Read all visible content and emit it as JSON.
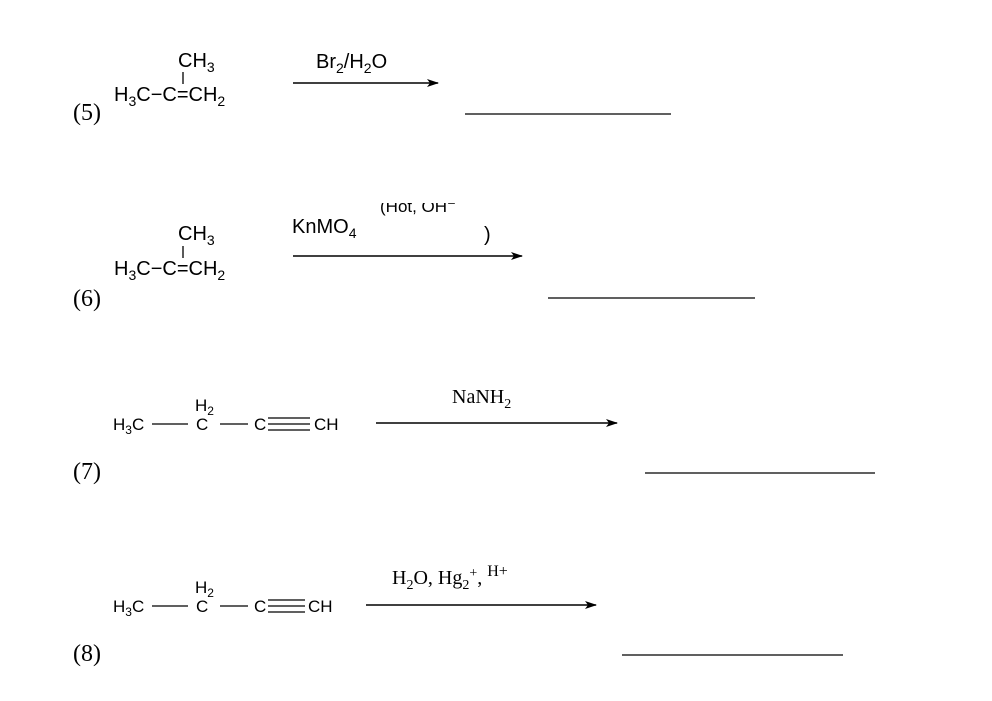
{
  "reactions": [
    {
      "number": "(5)",
      "reactant": {
        "methyl": "CH3",
        "left": "H3C",
        "center": "C",
        "right": "=CH2"
      },
      "reagent": "Br2/H2O"
    },
    {
      "number": "(6)",
      "reactant": {
        "methyl": "CH3",
        "left": "H3C",
        "center": "C",
        "right": "=CH2"
      },
      "reagent": "KnMO4",
      "reagent_condition": "(Hot, OH⁻)"
    },
    {
      "number": "(7)",
      "reactant": {
        "c1": "H3C",
        "h2": "H2",
        "c2": "C",
        "c3": "C",
        "c4": "CH"
      },
      "reagent": "NaNH2"
    },
    {
      "number": "(8)",
      "reactant": {
        "c1": "H3C",
        "h2": "H2",
        "c2": "C",
        "c3": "C",
        "c4": "CH"
      },
      "reagent": "H2O, Hg2+, H+"
    }
  ]
}
